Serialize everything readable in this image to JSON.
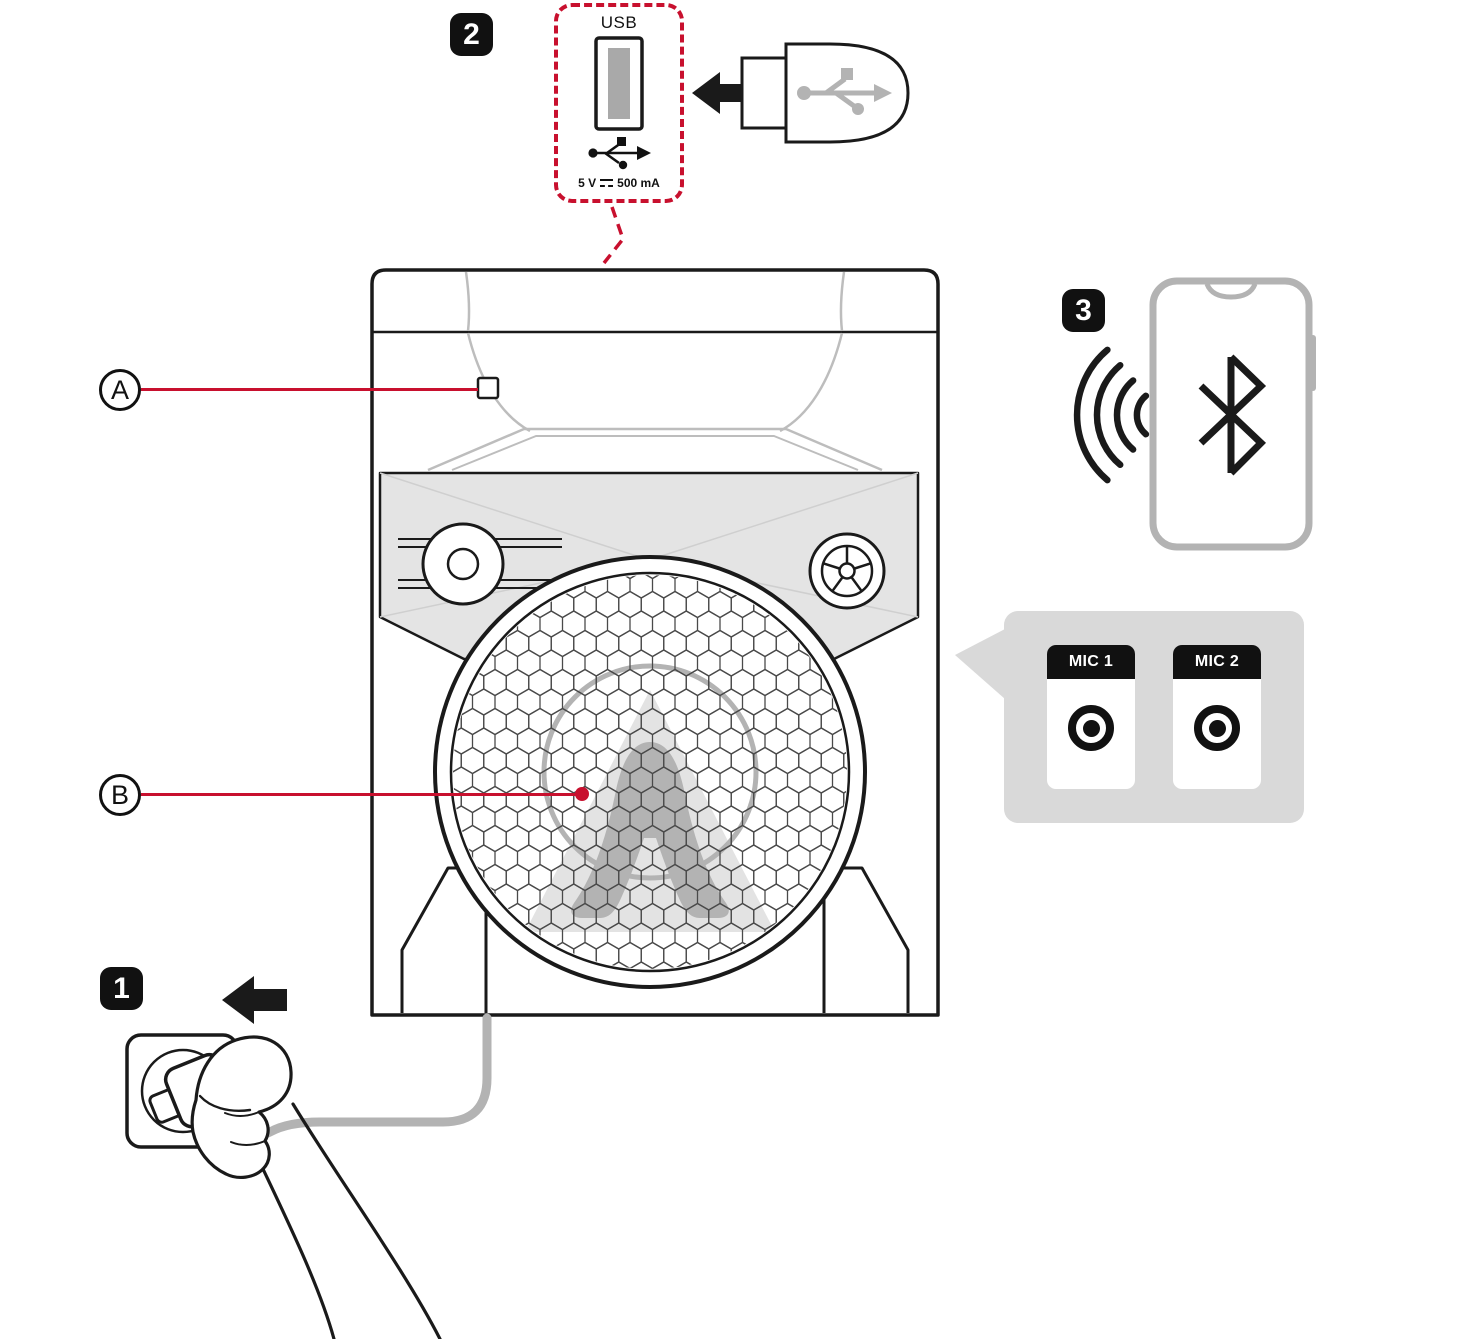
{
  "colors": {
    "accent": "#c8102e",
    "outline": "#1a1a1a",
    "gray": "#b3b3b3",
    "panel_fill": "#e4e4e4",
    "callout_fill": "#d9d9d9"
  },
  "steps": {
    "step1": "1",
    "step2": "2",
    "step3": "3"
  },
  "usb_callout": {
    "port_label": "USB",
    "voltage": "5 V",
    "current": "500 mA"
  },
  "part_labels": {
    "a": "A",
    "b": "B"
  },
  "mic_callout": {
    "mic1_label": "MIC 1",
    "mic2_label": "MIC 2"
  },
  "icons": {
    "usb_plug": "usb-trident-icon",
    "bluetooth": "bluetooth-icon",
    "dc_power": "direct-current-icon",
    "power_plug": "power-plug-icon",
    "insert_arrow": "insert-arrow-icon",
    "unplug_arrow": "unplug-arrow-icon",
    "sound_waves": "sound-waves-icon"
  }
}
